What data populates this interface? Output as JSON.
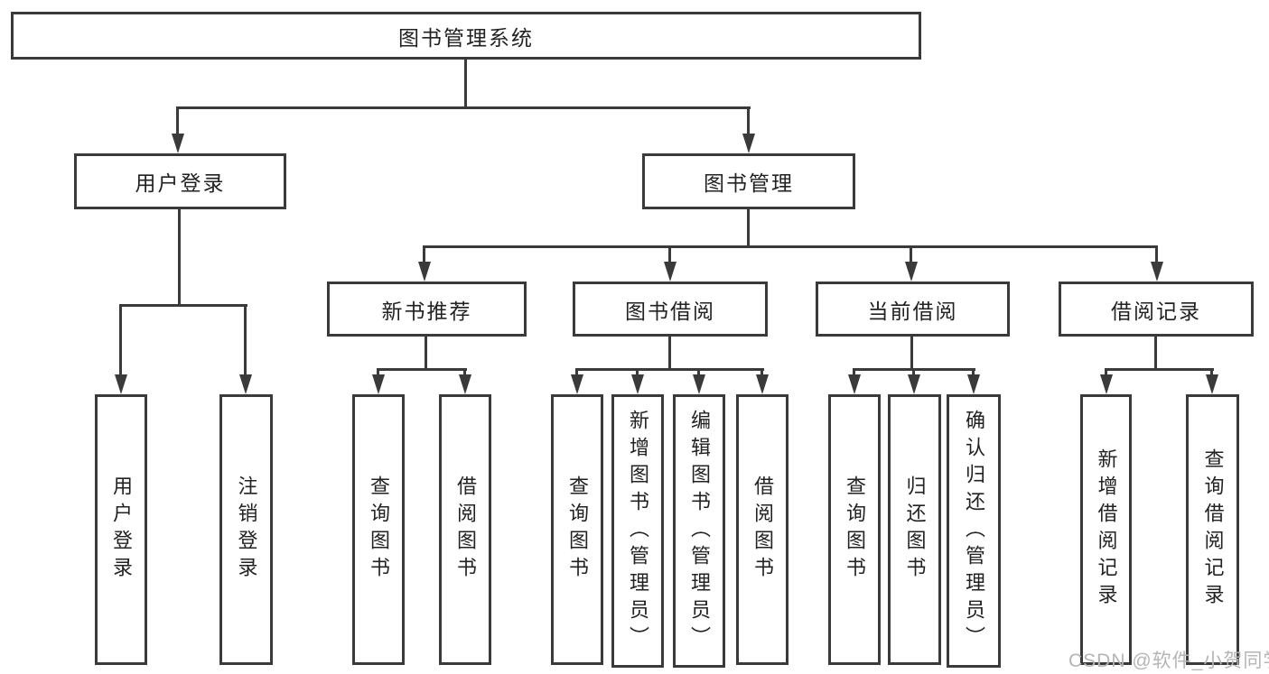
{
  "diagram": {
    "root": {
      "label": "图书管理系统"
    },
    "level2": [
      {
        "label": "用户登录",
        "children": [
          {
            "label": "用户登录"
          },
          {
            "label": "注销登录"
          }
        ]
      },
      {
        "label": "图书管理",
        "children": [
          {
            "label": "新书推荐",
            "children": [
              {
                "label": "查询图书"
              },
              {
                "label": "借阅图书"
              }
            ]
          },
          {
            "label": "图书借阅",
            "children": [
              {
                "label": "查询图书"
              },
              {
                "label": "新增图书（管理员）"
              },
              {
                "label": "编辑图书（管理员）"
              },
              {
                "label": "借阅图书"
              }
            ]
          },
          {
            "label": "当前借阅",
            "children": [
              {
                "label": "查询图书"
              },
              {
                "label": "归还图书"
              },
              {
                "label": "确认归还（管理员）"
              }
            ]
          },
          {
            "label": "借阅记录",
            "children": [
              {
                "label": "新增借阅记录"
              },
              {
                "label": "查询借阅记录"
              }
            ]
          }
        ]
      }
    ]
  },
  "watermark": {
    "text": "CSDN @软件_小贺同学"
  },
  "colors": {
    "line": "#3a3a3a",
    "text": "#222222",
    "background": "#ffffff",
    "watermark": "#b5b5b5"
  }
}
